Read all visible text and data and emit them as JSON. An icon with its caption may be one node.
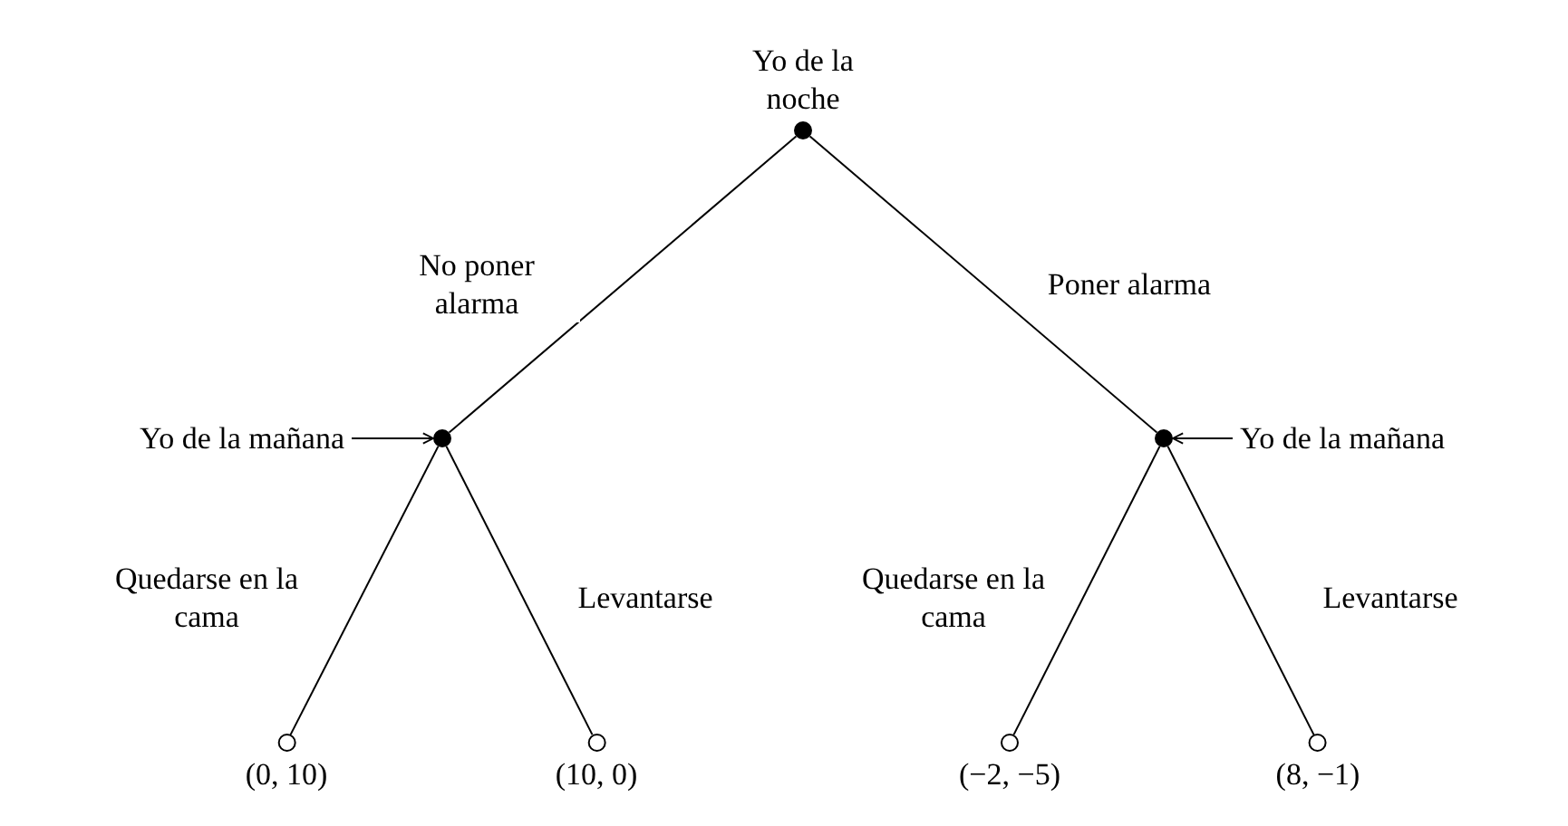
{
  "diagram": {
    "nodes": [
      {
        "text": [
          "Yo de la noche"
        ]
      },
      {
        "text": [],
        "shape": "circle"
      },
      {
        "text": [
          "Yo de la mañana"
        ]
      },
      {
        "text": [],
        "shape": "circle"
      },
      {
        "text": [
          "Yo de la mañana"
        ]
      },
      {
        "text": [
          "(0, 10)"
        ]
      },
      {
        "text": [
          "(10, 0)"
        ]
      },
      {
        "text": [
          "(−2, −5)"
        ]
      },
      {
        "text": [
          "(8, −1)"
        ]
      }
    ],
    "edges": [
      {
        "from": 0,
        "to": 1,
        "arrow": "none",
        "label": "No poner alarma"
      },
      {
        "from": 0,
        "to": 3,
        "arrow": "none",
        "label": "Poner alarma"
      },
      {
        "from": 2,
        "to": 1,
        "arrow": "to"
      },
      {
        "from": 4,
        "to": 3,
        "arrow": "to"
      },
      {
        "from": 1,
        "to": 5,
        "arrow": "none",
        "label": "Quedarse en la cama"
      },
      {
        "from": 1,
        "to": 6,
        "arrow": "none",
        "label": "Levantarse"
      },
      {
        "from": 3,
        "to": 7,
        "arrow": "none",
        "label": "Quedarse en la cama"
      },
      {
        "from": 3,
        "to": 8,
        "arrow": "none",
        "label": "Levantarse"
      }
    ]
  }
}
